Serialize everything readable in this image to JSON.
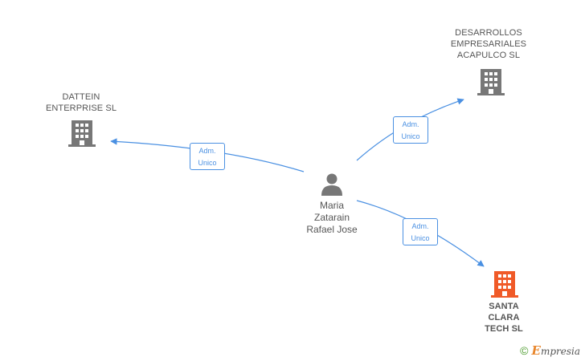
{
  "center": {
    "name_lines": [
      "Maria",
      "Zatarain",
      "Rafael Jose"
    ],
    "icon": "person-icon"
  },
  "nodes": [
    {
      "id": "dattein",
      "lines": [
        "DATTEIN",
        "ENTERPRISE SL"
      ],
      "icon": "building-icon",
      "color": "#777777"
    },
    {
      "id": "desarrollos",
      "lines": [
        "DESARROLLOS",
        "EMPRESARIALES",
        "ACAPULCO SL"
      ],
      "icon": "building-icon",
      "color": "#777777"
    },
    {
      "id": "santa-clara",
      "lines": [
        "SANTA",
        "CLARA",
        "TECH SL"
      ],
      "icon": "building-icon",
      "color": "#f05a28",
      "highlight": true
    }
  ],
  "edges": [
    {
      "to": "dattein",
      "label_lines": [
        "Adm.",
        "Unico"
      ]
    },
    {
      "to": "desarrollos",
      "label_lines": [
        "Adm.",
        "Unico"
      ]
    },
    {
      "to": "santa-clara",
      "label_lines": [
        "Adm.",
        "Unico"
      ]
    }
  ],
  "footer": {
    "copyright": "©",
    "brand_initial": "E",
    "brand_rest": "mpresia"
  },
  "colors": {
    "edge": "#4a90e2",
    "node_gray": "#777777",
    "highlight": "#f05a28"
  }
}
